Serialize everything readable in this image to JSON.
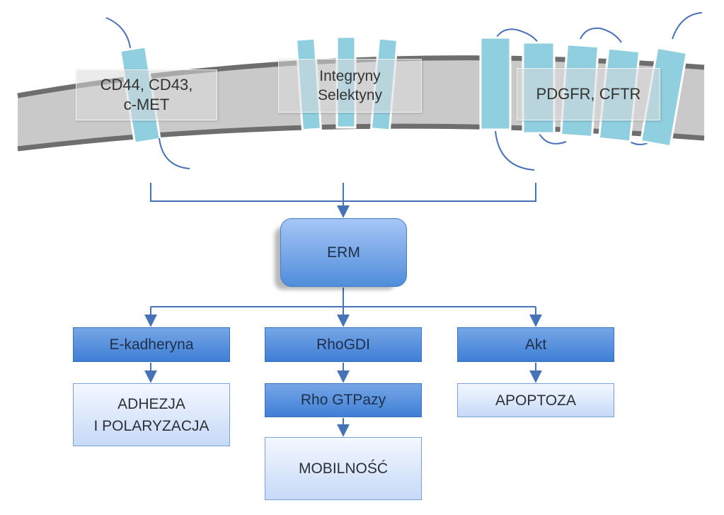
{
  "membrane_labels": {
    "left": "CD44, CD43,\nc-MET",
    "center": "Integryny\nSelektyny",
    "right": "PDGFR, CFTR"
  },
  "hub": {
    "label": "ERM"
  },
  "branches": {
    "left": {
      "top": "E-kadheryna",
      "bottom": "ADHEZJA\nI POLARYZACJA"
    },
    "middle": {
      "top": "RhoGDI",
      "mid": "Rho GTPazy",
      "bottom": "MOBILNOŚĆ"
    },
    "right": {
      "top": "Akt",
      "bottom": "APOPTOZA"
    }
  },
  "colors": {
    "membrane": "#c9c9c9",
    "membrane_edge": "#6e6e6e",
    "receptor": "#8fcfdf",
    "connector": "#4673b8",
    "dark_box": "#4a87d8",
    "light_box": "#dce8fb"
  }
}
